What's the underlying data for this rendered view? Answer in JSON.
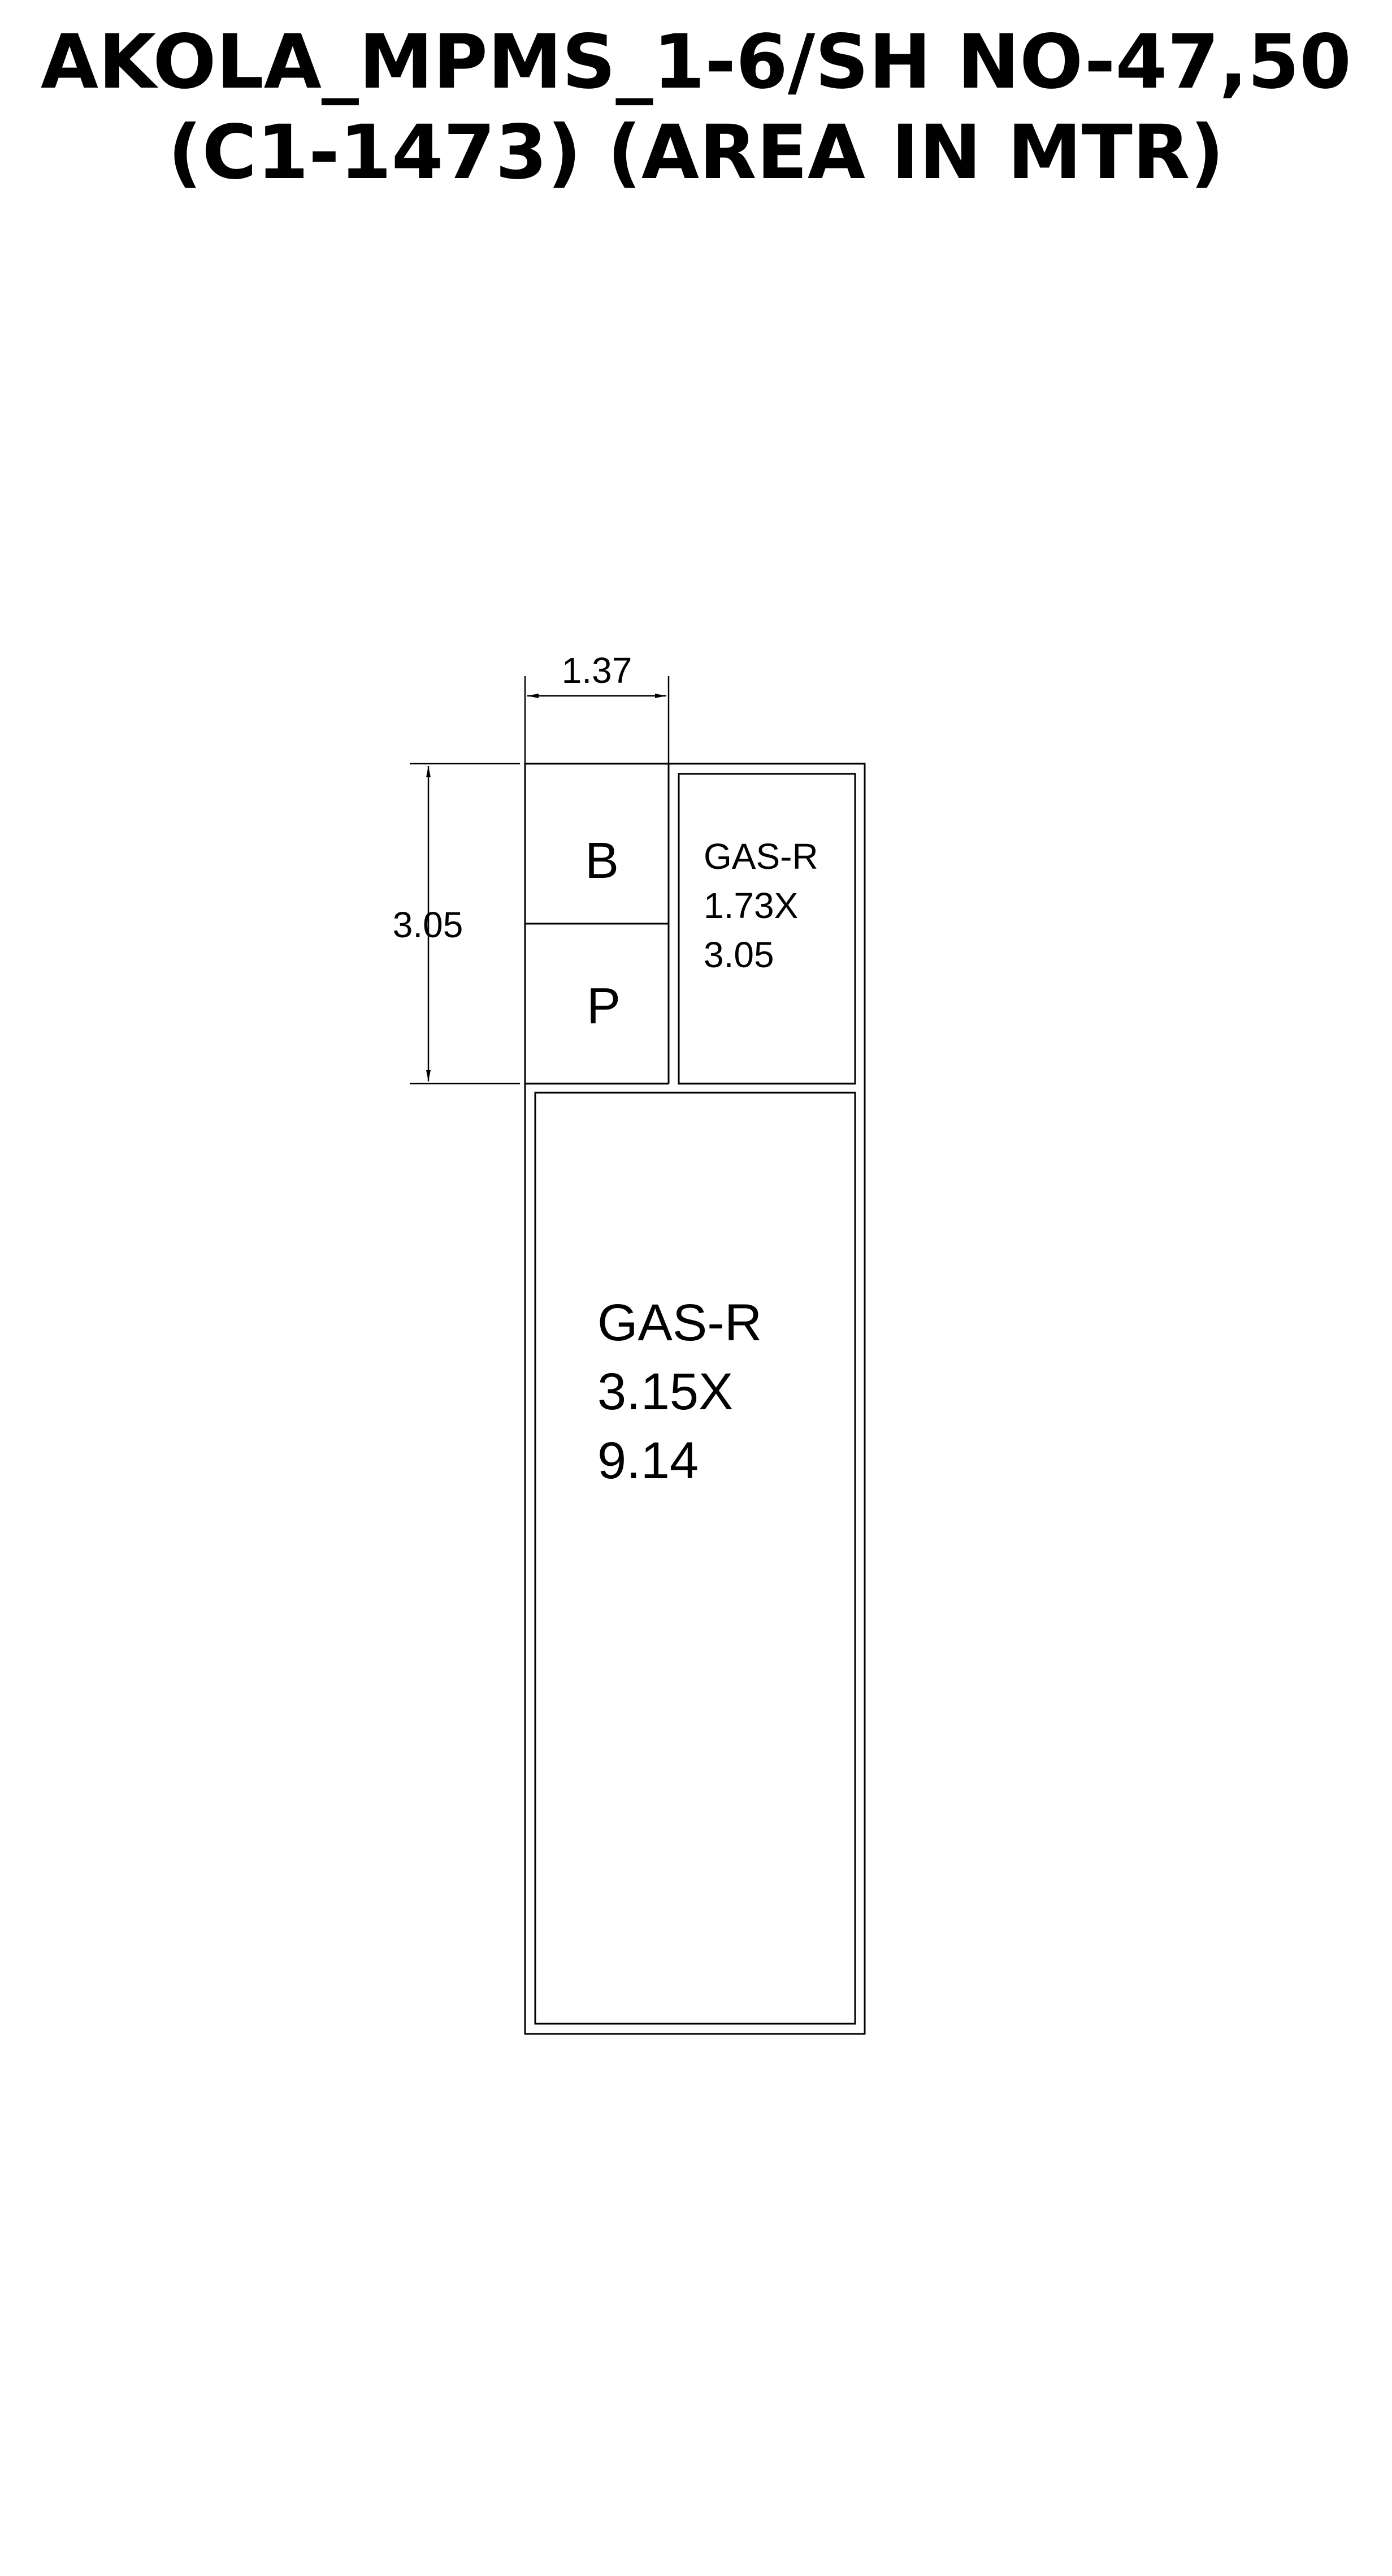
{
  "title": {
    "line1": "AKOLA_MPMS_1-6/SH NO-47,50",
    "line2": "(C1-1473) (AREA IN MTR)"
  },
  "plan": {
    "dimensions": {
      "top_width": "1.37",
      "left_height": "3.05"
    },
    "rooms": {
      "b_label": "B",
      "p_label": "P",
      "gas_small": {
        "name": "GAS-R",
        "size_w": "1.73X",
        "size_h": "3.05"
      },
      "gas_large": {
        "name": "GAS-R",
        "size_w": "3.15X",
        "size_h": "9.14"
      }
    }
  },
  "colors": {
    "ink": "#000000",
    "paper": "#ffffff"
  }
}
